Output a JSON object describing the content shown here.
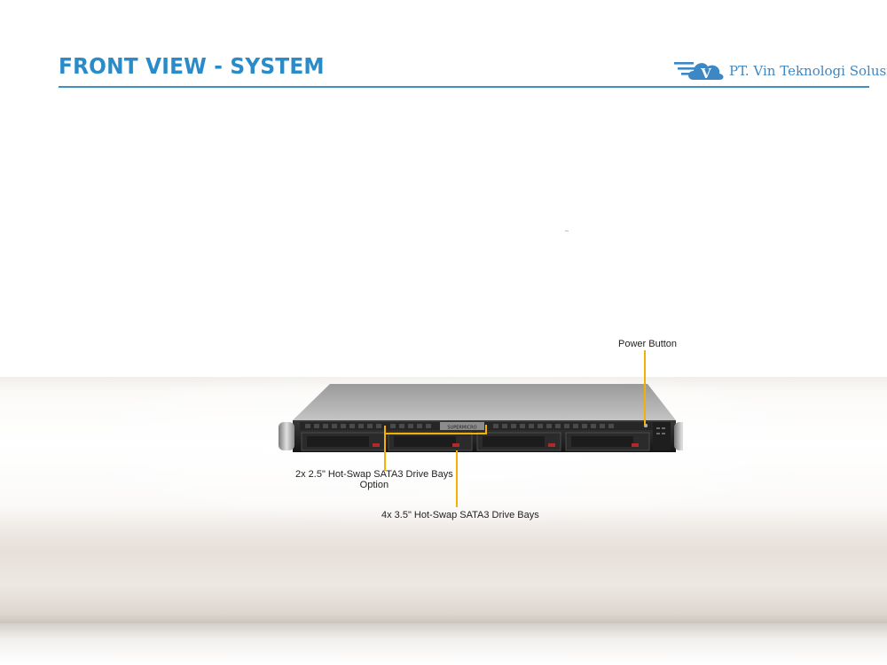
{
  "slide": {
    "title": "FRONT VIEW - SYSTEM",
    "accent_color": "#2a8bc9",
    "callout_line_color": "#f5b100"
  },
  "logo": {
    "company_name": "PT. Vin Teknologi Solusi",
    "mark_letter": "V",
    "icon": "cloud-v-logo-icon"
  },
  "server": {
    "brand": "SUPERMICRO",
    "drive_bay_count": 4
  },
  "callouts": {
    "power_button": "Power Button",
    "bays_25_line1": "2x 2.5\" Hot-Swap SATA3 Drive Bays",
    "bays_25_line2": "Option",
    "bays_35": "4x 3.5\" Hot-Swap SATA3 Drive Bays"
  }
}
